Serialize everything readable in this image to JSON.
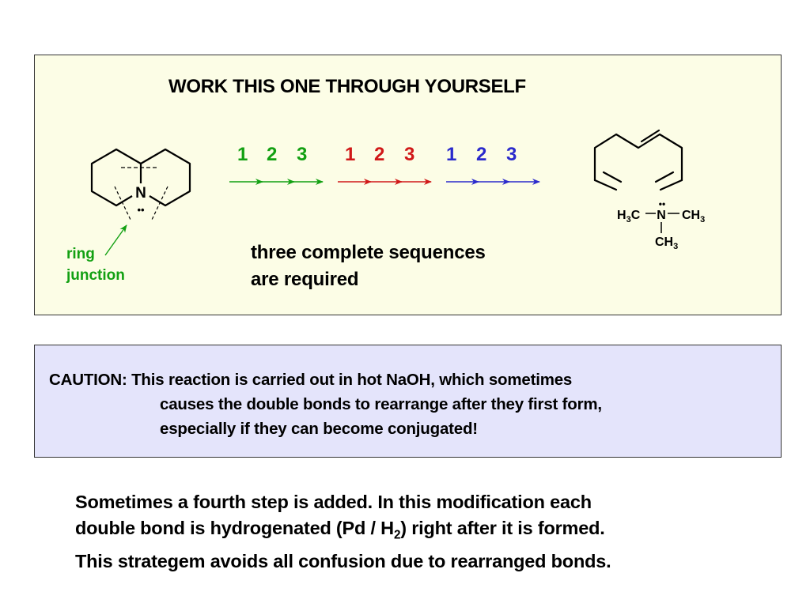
{
  "title": "WORK THIS ONE THROUGH YOURSELF",
  "colors": {
    "green": "#12a012",
    "red": "#d01818",
    "blue": "#2a2acc",
    "box1_bg": "#fcfde6",
    "box2_bg": "#e4e4fb"
  },
  "sequences": [
    {
      "color": "green",
      "steps": [
        "1",
        "2",
        "3"
      ]
    },
    {
      "color": "red",
      "steps": [
        "1",
        "2",
        "3"
      ]
    },
    {
      "color": "blue",
      "steps": [
        "1",
        "2",
        "3"
      ]
    }
  ],
  "left_molecule": {
    "atom": "N",
    "lone_pair": "••"
  },
  "ring_label": {
    "line1": "ring",
    "line2": "junction"
  },
  "product": {
    "amine_left": {
      "main": "H",
      "sub": "3",
      "tail": "C"
    },
    "amine_center": "N",
    "amine_right": {
      "main": "CH",
      "sub": "3"
    },
    "amine_bottom": {
      "main": "CH",
      "sub": "3"
    },
    "lone_pair": "••"
  },
  "note": {
    "line1": "three complete sequences",
    "line2": "are required"
  },
  "caution": {
    "line1": "CAUTION: This reaction is carried out in hot NaOH, which sometimes",
    "line2": "causes the double bonds to rearrange after they first form,",
    "line3": "especially if they can become conjugated!"
  },
  "bottom": {
    "line1": "Sometimes a fourth step is added. In this modification each",
    "line2_pre": "double bond is hydrogenated (Pd / H",
    "line2_sub": "2",
    "line2_post": ") right after it is formed.",
    "line3": "This strategem avoids all confusion due to rearranged bonds."
  }
}
